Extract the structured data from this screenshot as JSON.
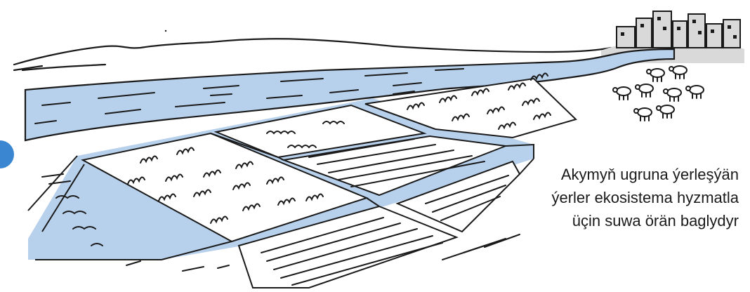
{
  "caption": {
    "lines": [
      "Akymyň ugruna ýerleşýän",
      "ýerler ekosistema hyzmatla",
      "üçin suwa örän baglydyr"
    ]
  },
  "colors": {
    "water": "#b7d0ec",
    "water_dark": "#9dbfe4",
    "ink": "#1a1a1a",
    "city": "#d9d9d9",
    "accent_dot": "#3a86d1"
  },
  "icons": {
    "city": "city-skyline-icon",
    "sheep": "sheep-icon",
    "shrub": "shrub-icon"
  }
}
